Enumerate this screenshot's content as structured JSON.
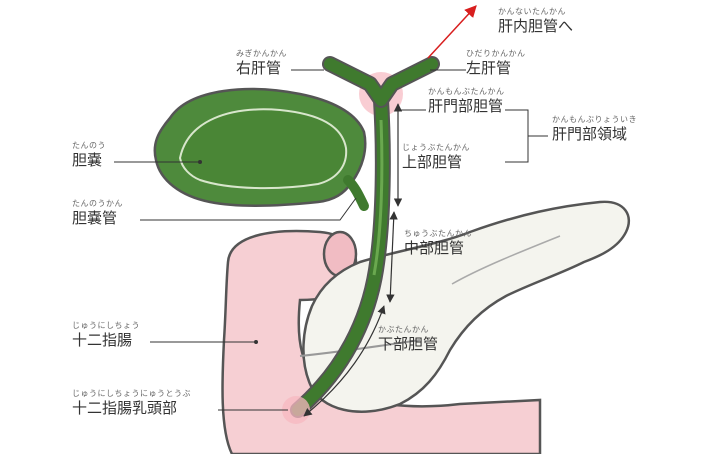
{
  "labels": {
    "intrahepatic": {
      "reading": "かんないたんかん",
      "text": "肝内胆管へ"
    },
    "right_hepatic": {
      "reading": "みぎかんかん",
      "text": "右肝管"
    },
    "left_hepatic": {
      "reading": "ひだりかんかん",
      "text": "左肝管"
    },
    "hilar_bile_duct": {
      "reading": "かんもんぶたんかん",
      "text": "肝門部胆管"
    },
    "hilar_region": {
      "reading": "かんもんぶりょういき",
      "text": "肝門部領域"
    },
    "gallbladder": {
      "reading": "たんのう",
      "text": "胆嚢"
    },
    "upper_bile_duct": {
      "reading": "じょうぶたんかん",
      "text": "上部胆管"
    },
    "cystic_duct": {
      "reading": "たんのうかん",
      "text": "胆嚢管"
    },
    "middle_bile_duct": {
      "reading": "ちゅうぶたんかん",
      "text": "中部胆管"
    },
    "duodenum": {
      "reading": "じゅうにしちょう",
      "text": "十二指腸"
    },
    "lower_bile_duct": {
      "reading": "かぶたんかん",
      "text": "下部胆管"
    },
    "papilla": {
      "reading": "じゅうにしちょうにゅうとうぶ",
      "text": "十二指腸乳頭部"
    }
  },
  "colors": {
    "gallbladder": "#4e8a3c",
    "duct": "#3f7a2e",
    "duodenum": "#f6cfd3",
    "pancreas": "#f4f4ee",
    "highlight": "#f7b8c0",
    "arrow_red": "#d81e1e",
    "outline": "#555555"
  }
}
